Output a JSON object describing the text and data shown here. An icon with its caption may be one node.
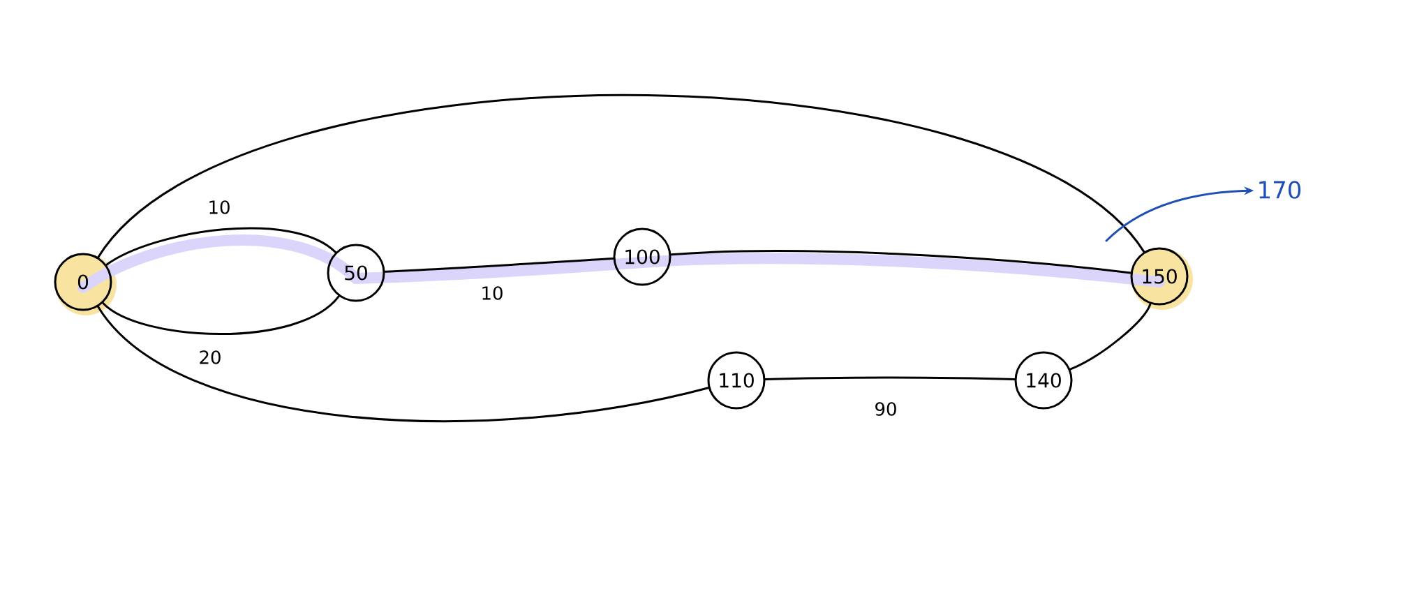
{
  "diagram": {
    "nodes": [
      {
        "text": [
          "0"
        ]
      },
      {
        "text": [
          "50"
        ]
      },
      {
        "text": [
          "100"
        ]
      },
      {
        "text": [
          "150"
        ]
      },
      {
        "text": [
          "110"
        ]
      },
      {
        "text": [
          "140"
        ]
      },
      {
        "text": [
          "170"
        ]
      }
    ],
    "edges": [
      {
        "from": 0,
        "to": 1,
        "arrow": "none",
        "label": "10"
      },
      {
        "from": 1,
        "to": 2,
        "arrow": "none",
        "label": "10"
      },
      {
        "from": 2,
        "to": 3,
        "arrow": "none"
      },
      {
        "from": 0,
        "to": 3,
        "arrow": "none"
      },
      {
        "from": 1,
        "to": 0,
        "arrow": "none",
        "label": "20"
      },
      {
        "from": 0,
        "to": 4,
        "arrow": "none"
      },
      {
        "from": 4,
        "to": 5,
        "arrow": "none",
        "label": "90"
      },
      {
        "from": 5,
        "to": 3,
        "arrow": "none"
      },
      {
        "from": null,
        "to": 6,
        "arrow": "to",
        "color": "#1e4fb5"
      }
    ]
  }
}
